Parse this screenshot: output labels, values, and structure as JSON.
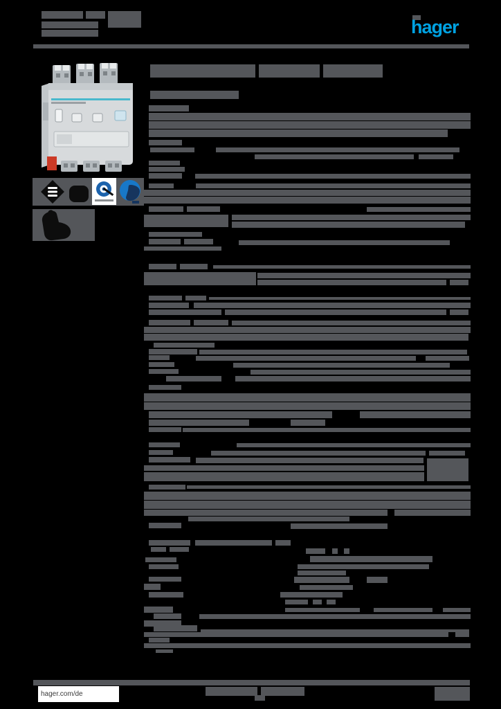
{
  "document": {
    "kind": "hager-product-datasheet-page",
    "note": "all body text is redacted as gray blocks"
  },
  "header": {
    "logo_text": "hager",
    "logo_color": "#00a2e2"
  },
  "footer": {
    "site_label": "hager.com/de"
  },
  "colors": {
    "background": "#000000",
    "redaction_gray": "#54565a",
    "hager_blue": "#00a2e2",
    "badge_q_blue": "#1c63ad",
    "badge_round_blue": "#1878c8",
    "badge_round_navy": "#16355e",
    "device_body": "#d7dadc",
    "device_shadow": "#a9afb3",
    "device_teal": "#49b8cc",
    "device_red": "#cc3a26"
  },
  "icons": [
    {
      "name": "knx-diamond-badge"
    },
    {
      "name": "redacted-mark-badge"
    },
    {
      "name": "q-quality-badge"
    },
    {
      "name": "round-blue-badge"
    },
    {
      "name": "hand-symbol-icon"
    }
  ],
  "redactions": [
    [
      60,
      16,
      60,
      11
    ],
    [
      124,
      16,
      28,
      11
    ],
    [
      156,
      16,
      48,
      24
    ],
    [
      60,
      31,
      82,
      10
    ],
    [
      60,
      43,
      82,
      10
    ],
    [
      596,
      22,
      12,
      7
    ],
    [
      48,
      64,
      630,
      6
    ],
    [
      217,
      93,
      152,
      19
    ],
    [
      374,
      93,
      88,
      19
    ],
    [
      467,
      93,
      86,
      19
    ],
    [
      217,
      131,
      128,
      12
    ],
    [
      215,
      152,
      58,
      9
    ],
    [
      215,
      163,
      465,
      11
    ],
    [
      215,
      175,
      465,
      11
    ],
    [
      215,
      187,
      432,
      11
    ],
    [
      215,
      202,
      48,
      8
    ],
    [
      217,
      213,
      64,
      7
    ],
    [
      312,
      213,
      352,
      7
    ],
    [
      368,
      223,
      230,
      7
    ],
    [
      605,
      223,
      50,
      7
    ],
    [
      215,
      232,
      45,
      7
    ],
    [
      215,
      241,
      52,
      7
    ],
    [
      215,
      250,
      48,
      8
    ],
    [
      282,
      251,
      398,
      7
    ],
    [
      215,
      265,
      36,
      7
    ],
    [
      283,
      265,
      397,
      7
    ],
    [
      208,
      274,
      472,
      9
    ],
    [
      208,
      284,
      472,
      10
    ],
    [
      215,
      298,
      50,
      8
    ],
    [
      270,
      298,
      48,
      8
    ],
    [
      530,
      299,
      150,
      7
    ],
    [
      208,
      310,
      122,
      18
    ],
    [
      335,
      310,
      345,
      8
    ],
    [
      335,
      320,
      337,
      9
    ],
    [
      215,
      335,
      77,
      7
    ],
    [
      215,
      345,
      46,
      8
    ],
    [
      266,
      345,
      42,
      8
    ],
    [
      345,
      347,
      305,
      7
    ],
    [
      208,
      356,
      112,
      6
    ],
    [
      215,
      381,
      40,
      8
    ],
    [
      260,
      381,
      40,
      8
    ],
    [
      308,
      383,
      372,
      5
    ],
    [
      208,
      393,
      162,
      19
    ],
    [
      372,
      394,
      308,
      8
    ],
    [
      372,
      404,
      273,
      8
    ],
    [
      650,
      404,
      27,
      8
    ],
    [
      215,
      427,
      48,
      7
    ],
    [
      268,
      427,
      30,
      7
    ],
    [
      302,
      429,
      378,
      4
    ],
    [
      215,
      437,
      58,
      8
    ],
    [
      280,
      437,
      400,
      8
    ],
    [
      215,
      447,
      105,
      8
    ],
    [
      325,
      447,
      320,
      8
    ],
    [
      650,
      447,
      27,
      8
    ],
    [
      215,
      462,
      60,
      8
    ],
    [
      280,
      462,
      50,
      8
    ],
    [
      335,
      463,
      345,
      7
    ],
    [
      208,
      472,
      472,
      9
    ],
    [
      208,
      482,
      469,
      10
    ],
    [
      222,
      495,
      88,
      7
    ],
    [
      215,
      504,
      70,
      8
    ],
    [
      288,
      505,
      387,
      7
    ],
    [
      215,
      513,
      30,
      7
    ],
    [
      283,
      514,
      318,
      7
    ],
    [
      615,
      514,
      63,
      7
    ],
    [
      215,
      523,
      37,
      7
    ],
    [
      337,
      524,
      313,
      7
    ],
    [
      215,
      533,
      43,
      7
    ],
    [
      362,
      534,
      318,
      7
    ],
    [
      240,
      543,
      80,
      8
    ],
    [
      340,
      543,
      340,
      8
    ],
    [
      215,
      556,
      47,
      7
    ],
    [
      208,
      568,
      472,
      12
    ],
    [
      208,
      581,
      472,
      11
    ],
    [
      215,
      594,
      265,
      10
    ],
    [
      520,
      594,
      160,
      10
    ],
    [
      215,
      606,
      145,
      9
    ],
    [
      420,
      606,
      50,
      9
    ],
    [
      215,
      617,
      47,
      7
    ],
    [
      264,
      618,
      416,
      6
    ],
    [
      215,
      639,
      45,
      7
    ],
    [
      342,
      640,
      338,
      6
    ],
    [
      215,
      650,
      35,
      7
    ],
    [
      305,
      651,
      310,
      7
    ],
    [
      620,
      651,
      52,
      7
    ],
    [
      215,
      660,
      60,
      8
    ],
    [
      283,
      661,
      329,
      8
    ],
    [
      617,
      662,
      60,
      33
    ],
    [
      208,
      672,
      405,
      8
    ],
    [
      208,
      682,
      405,
      13
    ],
    [
      215,
      700,
      53,
      7
    ],
    [
      270,
      701,
      410,
      5
    ],
    [
      208,
      710,
      472,
      12
    ],
    [
      208,
      723,
      472,
      12
    ],
    [
      208,
      736,
      352,
      9
    ],
    [
      570,
      736,
      110,
      9
    ],
    [
      272,
      746,
      233,
      7
    ],
    [
      215,
      755,
      47,
      8
    ],
    [
      420,
      756,
      140,
      8
    ],
    [
      215,
      780,
      60,
      8
    ],
    [
      282,
      780,
      111,
      8
    ],
    [
      398,
      780,
      22,
      8
    ],
    [
      218,
      790,
      22,
      7
    ],
    [
      245,
      790,
      28,
      7
    ],
    [
      442,
      792,
      28,
      8
    ],
    [
      480,
      792,
      8,
      8
    ],
    [
      497,
      792,
      8,
      8
    ],
    [
      210,
      805,
      45,
      7
    ],
    [
      448,
      803,
      177,
      9
    ],
    [
      215,
      815,
      43,
      7
    ],
    [
      430,
      815,
      190,
      7
    ],
    [
      430,
      824,
      70,
      7
    ],
    [
      215,
      833,
      47,
      7
    ],
    [
      425,
      833,
      80,
      9
    ],
    [
      530,
      833,
      30,
      9
    ],
    [
      208,
      843,
      24,
      9
    ],
    [
      433,
      845,
      77,
      7
    ],
    [
      215,
      855,
      50,
      8
    ],
    [
      405,
      855,
      90,
      8
    ],
    [
      412,
      866,
      33,
      7
    ],
    [
      452,
      866,
      13,
      7
    ],
    [
      472,
      866,
      13,
      7
    ],
    [
      208,
      876,
      42,
      9
    ],
    [
      412,
      878,
      108,
      6
    ],
    [
      540,
      878,
      85,
      6
    ],
    [
      640,
      878,
      40,
      6
    ],
    [
      222,
      886,
      40,
      8
    ],
    [
      288,
      887,
      392,
      7
    ],
    [
      208,
      896,
      54,
      9
    ],
    [
      222,
      903,
      63,
      9
    ],
    [
      290,
      909,
      388,
      4
    ],
    [
      208,
      913,
      440,
      7
    ],
    [
      658,
      913,
      20,
      7
    ],
    [
      215,
      921,
      30,
      7
    ],
    [
      208,
      929,
      472,
      7
    ],
    [
      225,
      938,
      25,
      5
    ],
    [
      48,
      982,
      631,
      8
    ],
    [
      297,
      992,
      75,
      13
    ],
    [
      377,
      992,
      63,
      13
    ],
    [
      368,
      1004,
      15,
      8
    ],
    [
      628,
      992,
      51,
      20
    ]
  ]
}
